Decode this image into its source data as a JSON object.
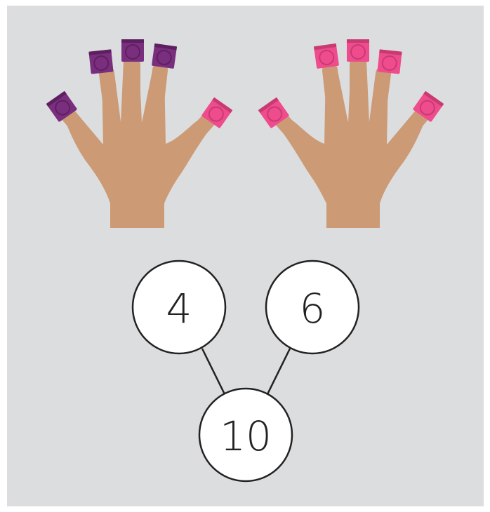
{
  "colors": {
    "background": "#dcdddf",
    "skin": "#cc9a74",
    "purple_cube": "#7a2f7e",
    "purple_cube_dark": "#5e1f61",
    "pink_cube": "#ee4c8c",
    "pink_cube_dark": "#c93a72",
    "circle_fill": "#ffffff",
    "circle_stroke": "#222222"
  },
  "hands": [
    {
      "name": "left-hand",
      "fingers": [
        "purple",
        "purple",
        "purple",
        "purple",
        "pink"
      ]
    },
    {
      "name": "right-hand",
      "fingers": [
        "pink",
        "pink",
        "pink",
        "pink",
        "pink"
      ]
    }
  ],
  "number_bond": {
    "part_left": "4",
    "part_right": "6",
    "whole": "10"
  }
}
